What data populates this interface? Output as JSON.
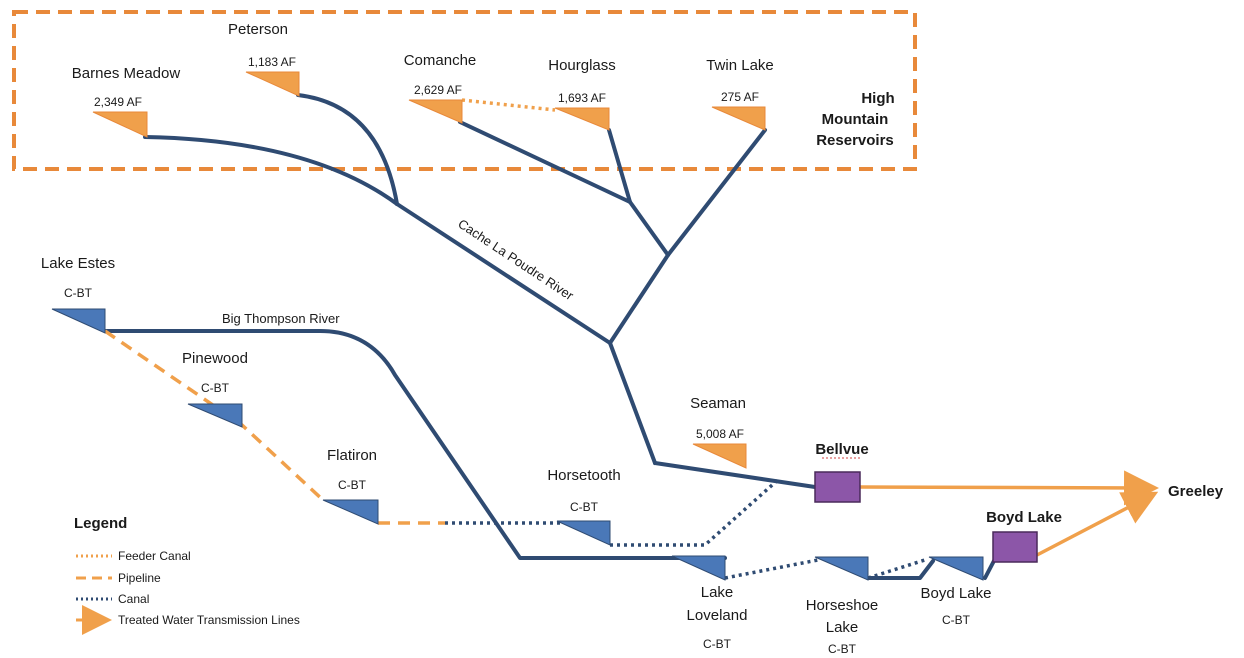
{
  "colors": {
    "river": "#2f4b72",
    "orange": "#f0a04b",
    "orange_dark": "#e8893a",
    "blue_tri": "#4a78b8",
    "plant": "#8c56a8",
    "dashed_box": "#e8893a"
  },
  "box": {
    "label_line1": "High",
    "label_line2": "Mountain",
    "label_line3": "Reservoirs"
  },
  "reservoirs": {
    "barnes": {
      "name": "Barnes Meadow",
      "value": "2,349 AF"
    },
    "peterson": {
      "name": "Peterson",
      "value": "1,183 AF"
    },
    "comanche": {
      "name": "Comanche",
      "value": "2,629 AF"
    },
    "hourglass": {
      "name": "Hourglass",
      "value": "1,693 AF"
    },
    "twinlake": {
      "name": "Twin Lake",
      "value": "275 AF"
    },
    "seaman": {
      "name": "Seaman",
      "value": "5,008 AF"
    },
    "estes": {
      "name": "Lake Estes",
      "value": "C-BT"
    },
    "pinewood": {
      "name": "Pinewood",
      "value": "C-BT"
    },
    "flatiron": {
      "name": "Flatiron",
      "value": "C-BT"
    },
    "horsetooth": {
      "name": "Horsetooth",
      "value": "C-BT"
    },
    "loveland": {
      "name1": "Lake",
      "name2": "Loveland",
      "value": "C-BT"
    },
    "horseshoe": {
      "name1": "Horseshoe",
      "name2": "Lake",
      "value": "C-BT"
    },
    "boyd": {
      "name": "Boyd Lake",
      "value": "C-BT"
    }
  },
  "rivers": {
    "poudre": "Cache La Poudre River",
    "thompson": "Big Thompson River"
  },
  "plants": {
    "bellvue": "Bellvue",
    "boyd": "Boyd Lake",
    "greeley": "Greeley"
  },
  "legend": {
    "title": "Legend",
    "items": [
      "Feeder Canal",
      "Pipeline",
      "Canal",
      "Treated Water Transmission Lines"
    ]
  }
}
